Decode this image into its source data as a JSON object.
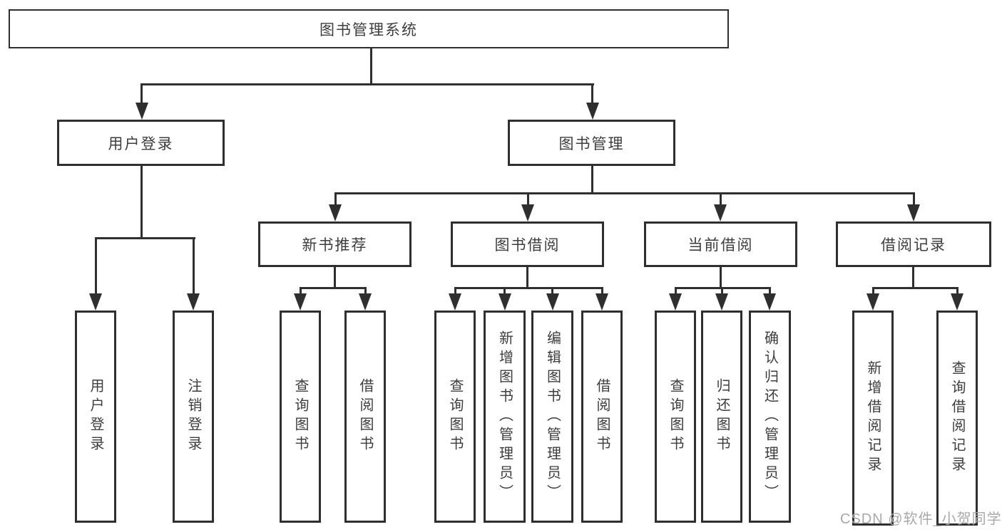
{
  "tree": {
    "label": "图书管理系统",
    "children": [
      {
        "label": "用户登录",
        "children": [
          {
            "label": "用户登录"
          },
          {
            "label": "注销登录"
          }
        ]
      },
      {
        "label": "图书管理",
        "children": [
          {
            "label": "新书推荐",
            "children": [
              {
                "label": "查询图书"
              },
              {
                "label": "借阅图书"
              }
            ]
          },
          {
            "label": "图书借阅",
            "children": [
              {
                "label": "查询图书"
              },
              {
                "label": "新增图书（管理员）"
              },
              {
                "label": "编辑图书（管理员）"
              },
              {
                "label": "借阅图书"
              }
            ]
          },
          {
            "label": "当前借阅",
            "children": [
              {
                "label": "查询图书"
              },
              {
                "label": "归还图书"
              },
              {
                "label": "确认归还（管理员）"
              }
            ]
          },
          {
            "label": "借阅记录",
            "children": [
              {
                "label": "新增借阅记录"
              },
              {
                "label": "查询借阅记录"
              }
            ]
          }
        ]
      }
    ]
  },
  "watermark": {
    "text": "CSDN @软件_小贺同学"
  },
  "colors": {
    "line": "#2f2f2f",
    "text": "#3d3d3d",
    "watermark": "#a9a9a9",
    "background": "#ffffff"
  }
}
